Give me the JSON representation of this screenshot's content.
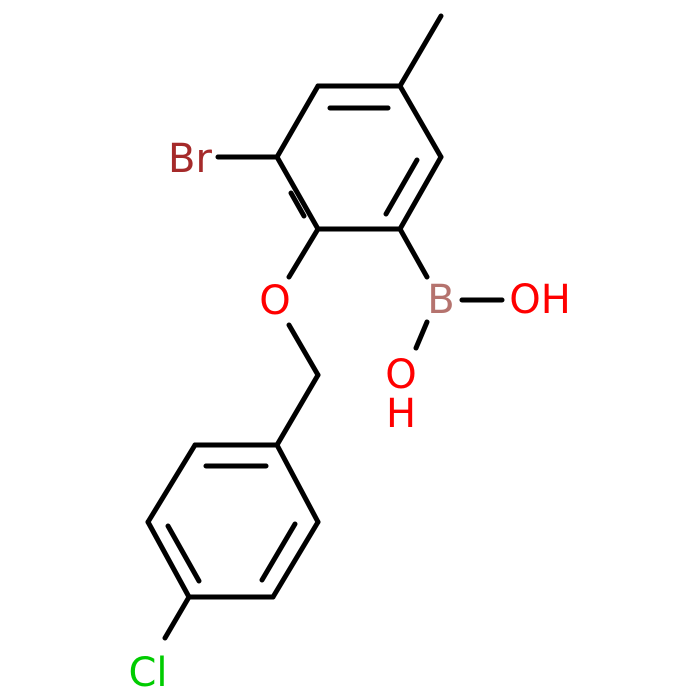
{
  "molecule": {
    "atoms": {
      "br": {
        "label": "Br",
        "color": "#a52a2a"
      },
      "o_ether": {
        "label": "O",
        "color": "#ff0000"
      },
      "b": {
        "label": "B",
        "color": "#b5736e"
      },
      "oh_right": {
        "label": "OH",
        "color": "#ff0000"
      },
      "oh_bottom_o": {
        "label": "O",
        "color": "#ff0000"
      },
      "oh_bottom_h": {
        "label": "H",
        "color": "#ff0000"
      },
      "cl": {
        "label": "Cl",
        "color": "#00cc00"
      }
    },
    "bond_color": "#000000"
  }
}
